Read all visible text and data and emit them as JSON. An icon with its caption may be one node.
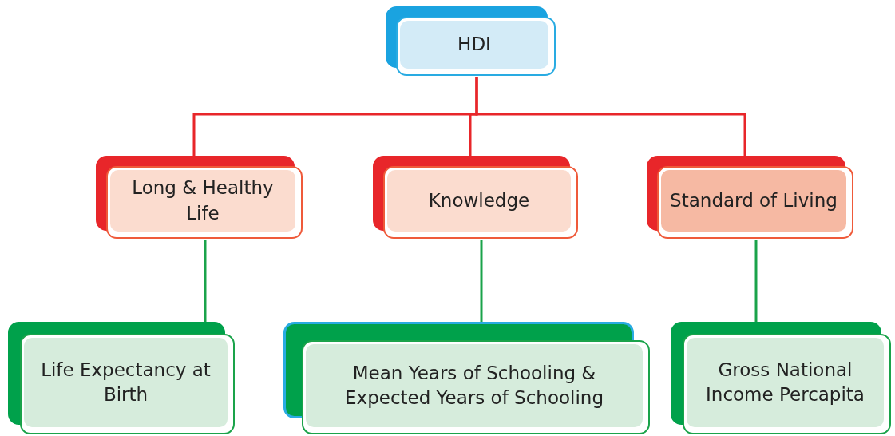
{
  "diagram": {
    "nodes": [
      {
        "text": [
          "HDI"
        ]
      },
      {
        "text": [
          "Long & Healthy Life"
        ]
      },
      {
        "text": [
          "Knowledge"
        ]
      },
      {
        "text": [
          "Standard of Living"
        ]
      },
      {
        "text": [
          "Life Expectancy at Birth"
        ]
      },
      {
        "text": [
          "Mean Years of Schooling & Expected Years of Schooling"
        ]
      },
      {
        "text": [
          "Gross National Income Percapita"
        ]
      }
    ],
    "edges": [
      {
        "from": 0,
        "to": 1,
        "arrow": "none"
      },
      {
        "from": 0,
        "to": 2,
        "arrow": "none"
      },
      {
        "from": 0,
        "to": 3,
        "arrow": "none"
      },
      {
        "from": 1,
        "to": 4,
        "arrow": "none",
        "color": "#1aa34a"
      },
      {
        "from": 2,
        "to": 5,
        "arrow": "none",
        "color": "#1aa34a"
      },
      {
        "from": 3,
        "to": 6,
        "arrow": "none",
        "color": "#1aa34a"
      }
    ]
  }
}
